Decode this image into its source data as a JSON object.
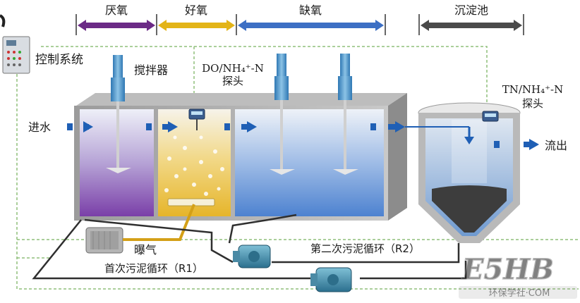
{
  "zones": {
    "anaerobic": "厌氧",
    "aerobic": "好氧",
    "anoxic": "缺氧",
    "settling": "沉淀池"
  },
  "labels": {
    "control_system": "控制系统",
    "mixer": "搅拌器",
    "do_probe_line1": "DO/NH₄⁺-N",
    "do_probe_line2": "探头",
    "tn_probe_line1": "TN/NH₄⁺-N",
    "tn_probe_line2": "探头",
    "inflow": "进水",
    "outflow": "流出",
    "aeration": "曝气",
    "recycle1": "首次污泥循环（R1）",
    "recycle2": "第二次污泥循环（R2）"
  },
  "watermark": {
    "logo": "E5HB",
    "text": "环保学社·COM"
  },
  "colors": {
    "anaerobic_arrow": "#6b2a86",
    "aerobic_arrow": "#e3b417",
    "anoxic_arrow": "#3c6fc4",
    "settling_arrow": "#4a4a4a",
    "flow_arrow": "#1f5fb5",
    "pipe": "#2f2f2f",
    "air_pipe": "#d4a017",
    "control_line": "#8fbf7a"
  }
}
